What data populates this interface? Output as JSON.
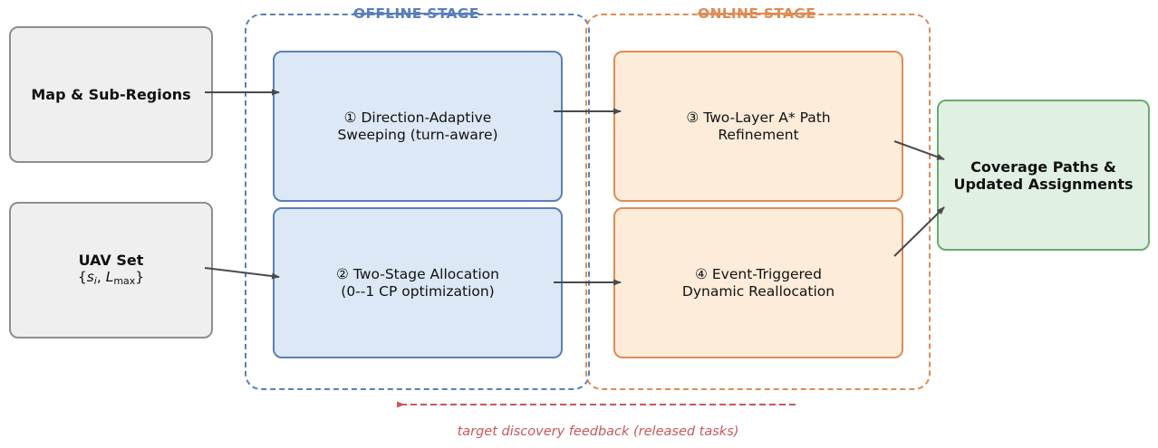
{
  "stages": {
    "offline": {
      "title": "OFFLINE STAGE",
      "color": "#5a7fba"
    },
    "online": {
      "title": "ONLINE STAGE",
      "color": "#dd8c56"
    }
  },
  "inputs": {
    "map": {
      "label": "Map & Sub-Regions"
    },
    "uav": {
      "label": "UAV Set",
      "math_open": "{",
      "s": "s",
      "s_sub": "i",
      "comma": ", ",
      "l": "L",
      "l_sub": "max",
      "math_close": "}"
    }
  },
  "modules": {
    "m1": {
      "line1": "① Direction-Adaptive",
      "line2": "Sweeping (turn-aware)"
    },
    "m2": {
      "line1": "② Two-Stage Allocation",
      "line2": "(0--1 CP optimization)"
    },
    "m3": {
      "line1": "③ Two-Layer A*  Path",
      "line2": "Refinement"
    },
    "m4": {
      "line1": "④ Event-Triggered",
      "line2": "Dynamic Reallocation"
    }
  },
  "output": {
    "line1": "Coverage Paths &",
    "line2": "Updated Assignments"
  },
  "feedback": {
    "label": "target discovery feedback (released tasks)",
    "color": "#c9575c"
  },
  "colors": {
    "input_fill": "#efefef",
    "input_border": "#8e8e8e",
    "offline_fill": "#dce8f5",
    "online_fill": "#fdecd9",
    "output_fill": "#e0f0e2",
    "output_border": "#66ad6e",
    "arrow": "#4a4a4a"
  }
}
